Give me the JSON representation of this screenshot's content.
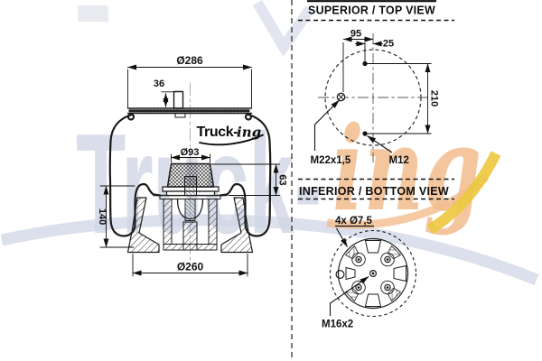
{
  "drawing": {
    "side_view": {
      "dim_top_plate_diameter": "Ø286",
      "dim_stud_height": "36",
      "dim_bumper_diameter": "Ø93",
      "dim_bumper_height": "63",
      "dim_piston_height": "140",
      "dim_piston_base_diameter": "Ø260"
    },
    "top_view": {
      "title": "SUPERIOR / TOP VIEW",
      "dim_fitting_to_center": "95",
      "dim_stud_offset": "25",
      "dim_stud_spacing": "210",
      "label_air_fitting": "M22x1,5",
      "label_stud": "M12"
    },
    "bottom_view": {
      "title": "INFERIOR / BOTTOM VIEW",
      "label_bolt_holes": "4x Ø7,5",
      "label_center_thread": "M16x2"
    },
    "logo": {
      "brand_bold": "Truck-",
      "brand_script": "ing"
    },
    "watermark": {
      "text_bold": "Truck-",
      "text_script": "ing"
    },
    "colors": {
      "line": "#1b1b1b",
      "centerline": "#a9aeb9",
      "watermark_blue": "#d0d7e6",
      "watermark_orange": "#f3bd8e",
      "watermark_yellow": "#ecc83f",
      "background": "#ffffff"
    }
  }
}
